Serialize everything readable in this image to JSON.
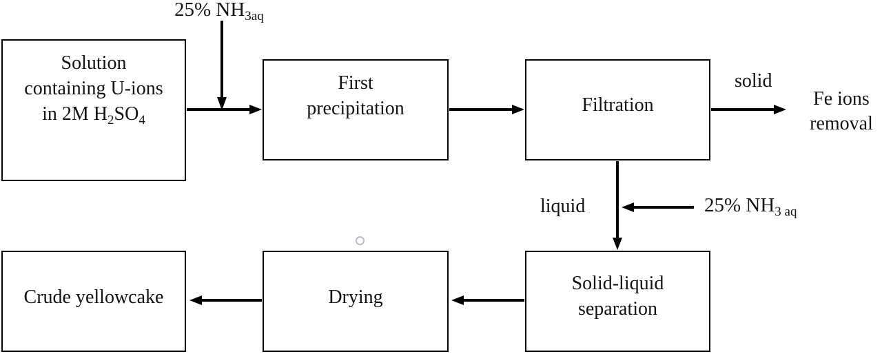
{
  "colors": {
    "line": "#000000",
    "box_border": "#000000",
    "background": "#ffffff",
    "text": "#131313"
  },
  "boxes": {
    "solution": {
      "line1": "Solution",
      "line2": "containing U-ions",
      "line3_p1": "in 2M H",
      "line3_s1": "2",
      "line3_p2": "SO",
      "line3_s2": "4"
    },
    "first_precipitation": {
      "line1": "First",
      "line2": "precipitation"
    },
    "filtration": {
      "label": "Filtration"
    },
    "crude_yellowcake": {
      "label": "Crude yellowcake"
    },
    "drying": {
      "label": "Drying"
    },
    "solid_liquid_separation": {
      "line1": "Solid-liquid",
      "line2": "separation"
    }
  },
  "labels": {
    "nh3_top": {
      "base": "25% NH",
      "sub": "3aq"
    },
    "nh3_mid": {
      "base": "25% NH",
      "sub": "3 aq"
    },
    "solid": "solid",
    "liquid": "liquid",
    "fe_removal": {
      "line1": "Fe ions",
      "line2": "removal"
    }
  }
}
